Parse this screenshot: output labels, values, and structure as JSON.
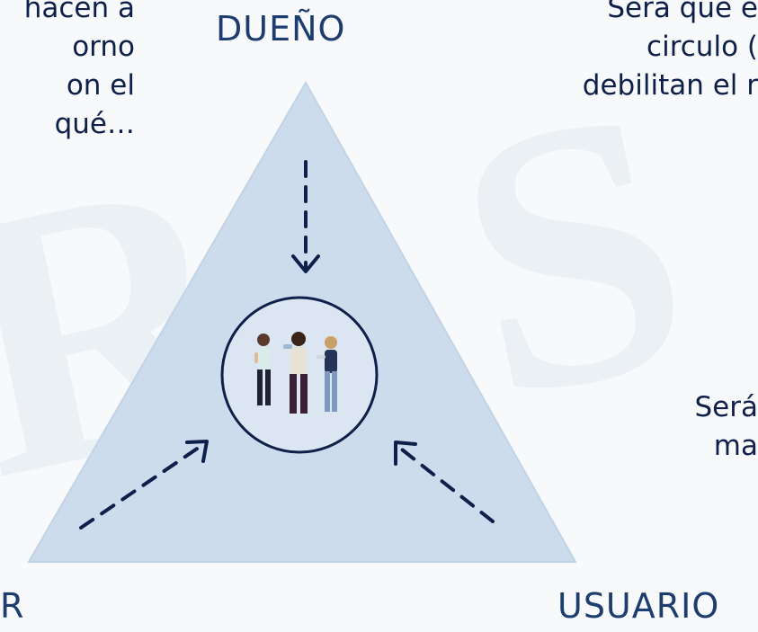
{
  "labels": {
    "top": "DUEÑO",
    "bottom_left": "R",
    "bottom_right": "USUARIO"
  },
  "left_text": {
    "lines": [
      "hacen a",
      "orno",
      "on el",
      "qué…"
    ]
  },
  "right_text": {
    "lines": [
      "Será que e",
      "circulo (",
      "debilitan el r"
    ]
  },
  "mid_right_text": {
    "lines": [
      "Será",
      "ma"
    ]
  },
  "colors": {
    "triangle_fill": "#cddced",
    "arrow": "#0e1f4a",
    "label": "#1c3d6e",
    "text": "#0e1f4a"
  },
  "icons": {
    "center": "people-group-icon"
  }
}
